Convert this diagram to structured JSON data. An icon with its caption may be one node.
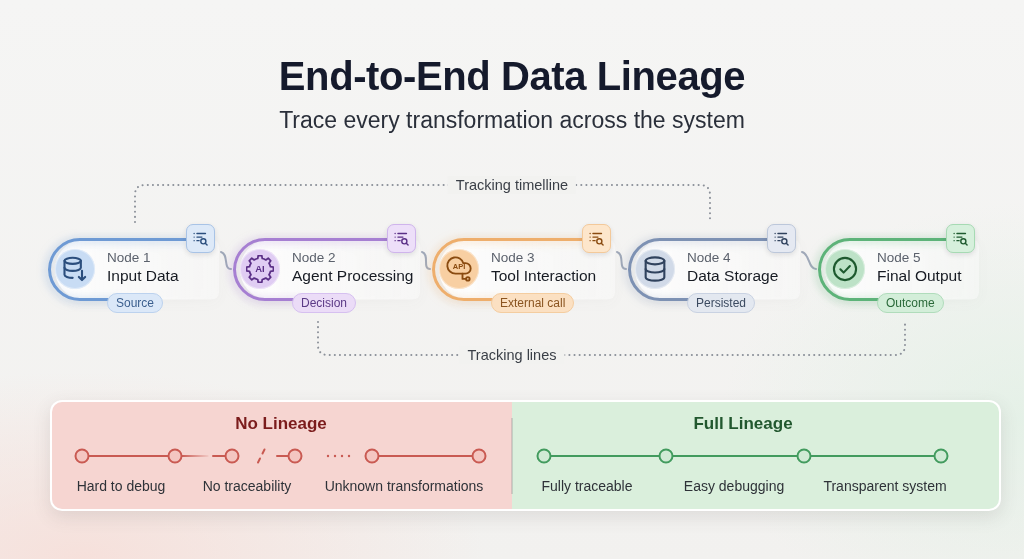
{
  "diagram": {
    "title": "End-to-End Data Lineage",
    "nodes": [
      {
        "text": [
          "Node 1",
          "Input Data",
          "Source"
        ]
      },
      {
        "text": [
          "Node 2",
          "Agent Processing",
          "Decision"
        ]
      },
      {
        "text": [
          "Node 3",
          "Tool Interaction",
          "External call"
        ]
      },
      {
        "text": [
          "Node 4",
          "Data Storage",
          "Persisted"
        ]
      },
      {
        "text": [
          "Node 5",
          "Final Output",
          "Outcome"
        ]
      },
      {
        "text": [],
        "shape": "box"
      },
      {
        "text": [
          "No Lineage",
          "Hard to debug",
          "No traceability",
          "Unknown transformations"
        ],
        "in": 5
      },
      {
        "text": [
          "Full Lineage",
          "Fully traceable",
          "Easy debugging",
          "Transparent system"
        ],
        "in": 5
      }
    ],
    "edges": [
      {
        "from": 0,
        "to": 1,
        "arrow": "none"
      },
      {
        "from": 1,
        "to": 2,
        "arrow": "none"
      },
      {
        "from": 2,
        "to": 3,
        "arrow": "none"
      },
      {
        "from": 3,
        "to": 4,
        "arrow": "none"
      },
      {
        "from": 0,
        "to": 3,
        "arrow": "none",
        "label": "Tracking timelline",
        "style": "dashed"
      },
      {
        "from": 1,
        "to": 4,
        "arrow": "none",
        "label": "Tracking lines",
        "style": "dashed"
      }
    ],
    "labels": [
      "Trace every transformation across the system",
      "AI",
      "API"
    ]
  }
}
